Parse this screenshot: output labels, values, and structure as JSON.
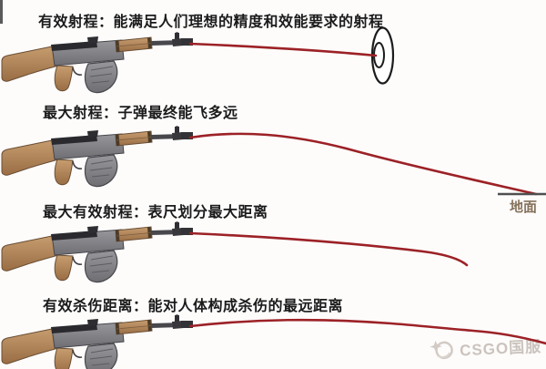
{
  "title": "rifle-range-terms-infographic",
  "sections": [
    {
      "id": "effective-range",
      "label": "有效射程：能满足人们理想的精度和效能要求的射程",
      "illustration": "ak47-rifle",
      "trajectory": "nearly-straight-line-into-bullseye-target"
    },
    {
      "id": "maximum-range",
      "label": "最大射程：子弹最终能飞多远",
      "illustration": "ak47-rifle",
      "trajectory": "long-arc-falling-to-ground",
      "ground_label": "地面"
    },
    {
      "id": "maximum-effective-range",
      "label": "最大有效射程：表尺划分最大距离",
      "illustration": "ak47-rifle",
      "trajectory": "gentle-arc-ending-mid-air"
    },
    {
      "id": "effective-lethal-distance",
      "label": "有效杀伤距离：能对人体构成杀伤的最远距离",
      "illustration": "ak47-rifle",
      "trajectory": "long-shallow-wavy-line-to-right-edge"
    }
  ],
  "watermark": {
    "icon": "csgo-star-globe-logo",
    "text": "CSGO国服"
  },
  "icons": {
    "rifle": "ak47-rifle-illustration",
    "target": "bullseye-concentric-ellipses",
    "logo": "csgo-star-globe-logo"
  },
  "colors": {
    "background": "#fdfcfb",
    "label_text": "#1b1b1b",
    "trajectory_red": "#9c2126",
    "ground_line": "#4f4f4f",
    "ground_label_text": "#86725c",
    "watermark_gray": "#cbc3bd",
    "wood": "#b98e63",
    "metal": "#85858a"
  }
}
